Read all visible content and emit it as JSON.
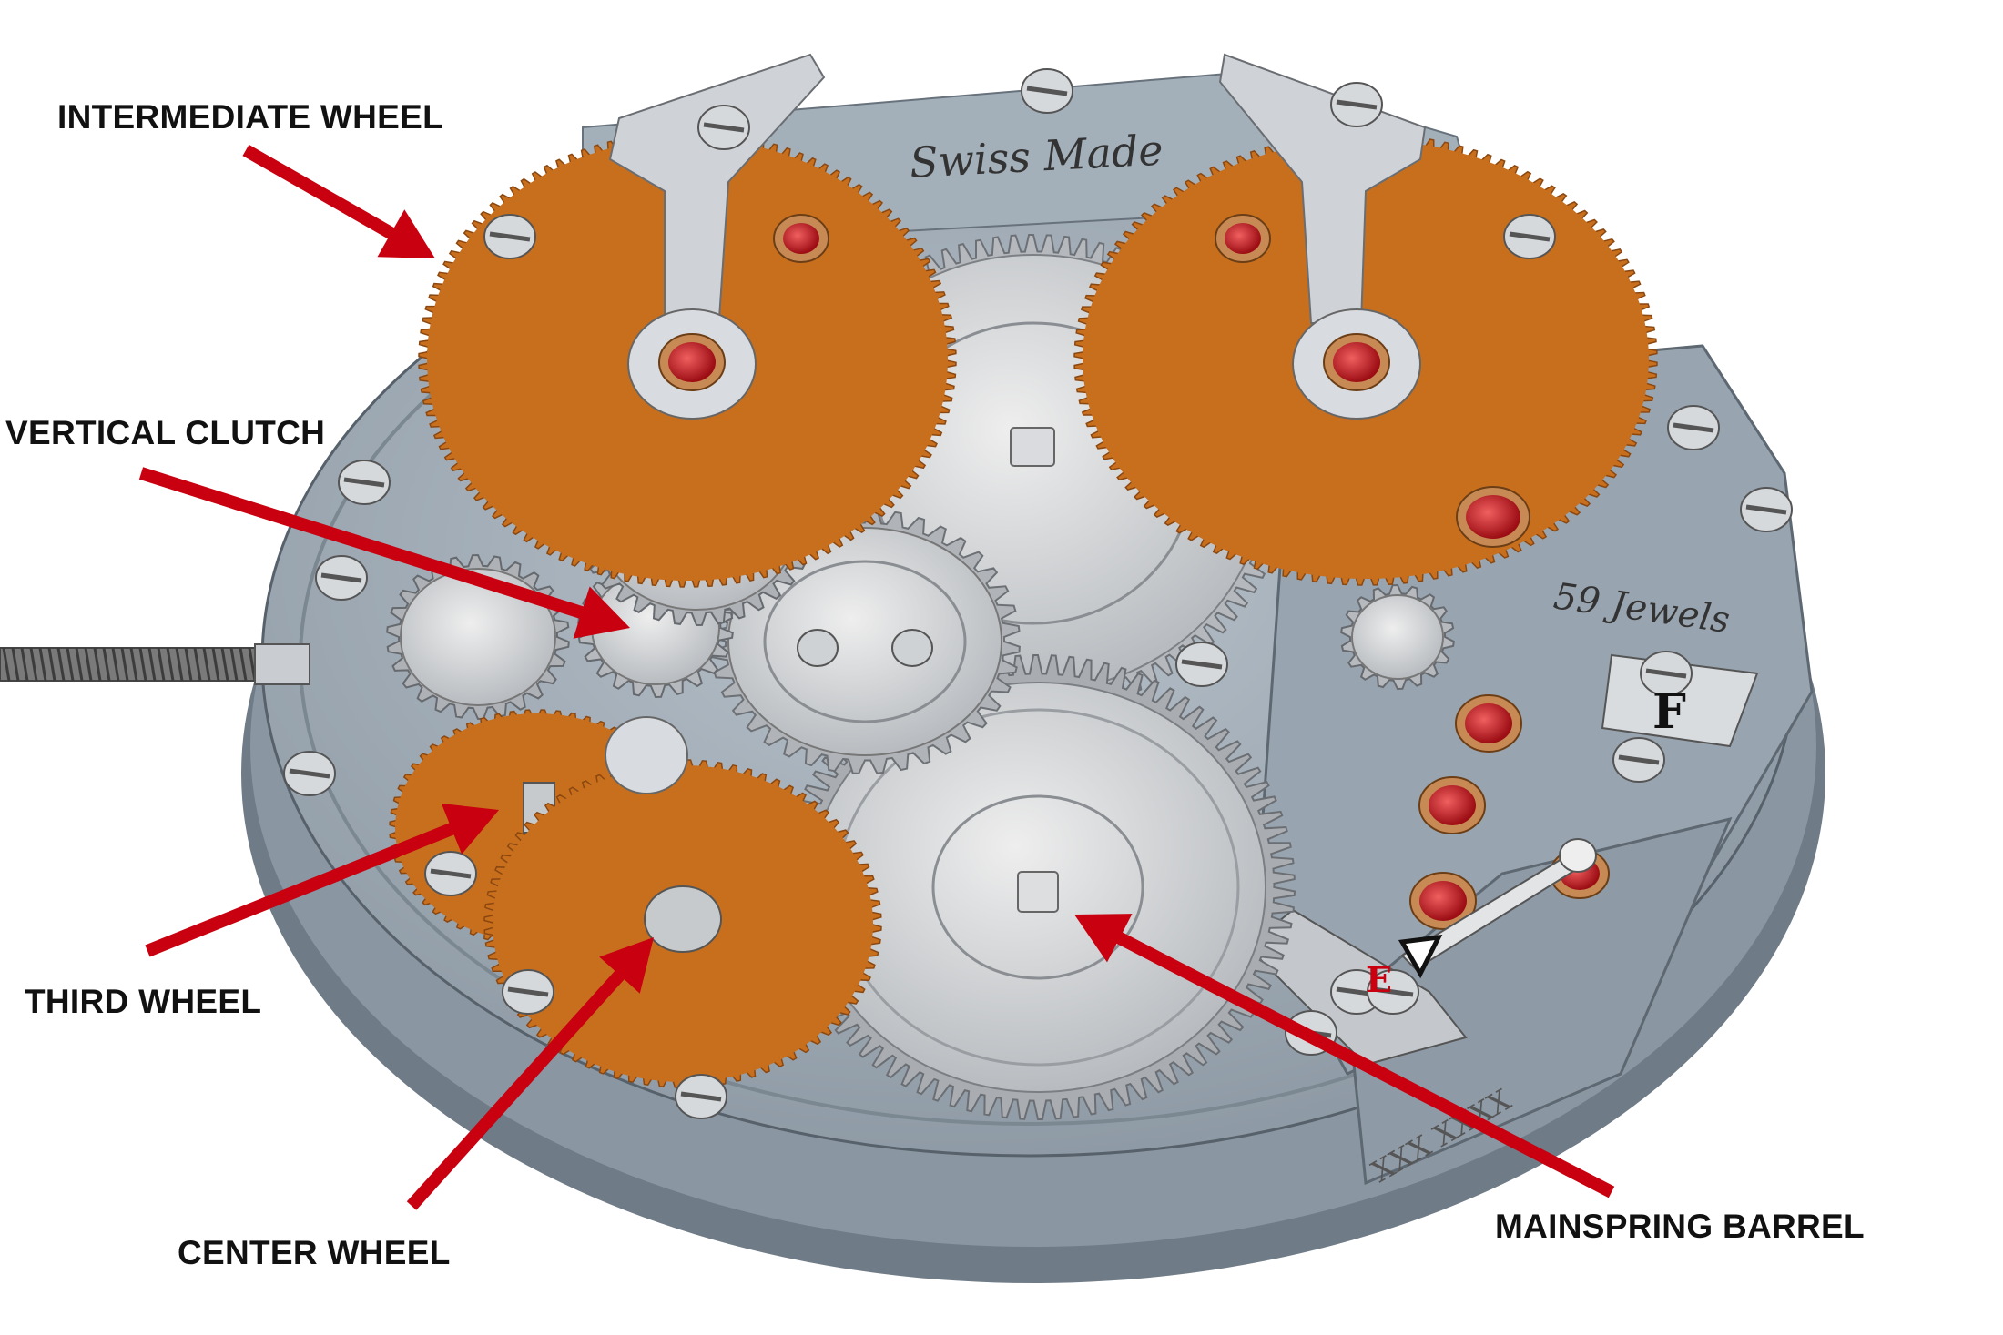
{
  "labels": {
    "intermediate_wheel": "INTERMEDIATE WHEEL",
    "vertical_clutch": "VERTICAL CLUTCH",
    "third_wheel": "THIRD WHEEL",
    "center_wheel": "CENTER WHEEL",
    "mainspring_barrel": "MAINSPRING BARREL"
  },
  "engravings": {
    "swiss_made": "Swiss Made",
    "jewels": "59 Jewels",
    "letter_f": "F",
    "letter_e": "E",
    "serial": "XXX XXXX"
  },
  "colors": {
    "arrow": "#c8000f",
    "gear_gold": "#c86f1e",
    "plate": "#9aa6b1",
    "jewel": "#d2232a"
  }
}
